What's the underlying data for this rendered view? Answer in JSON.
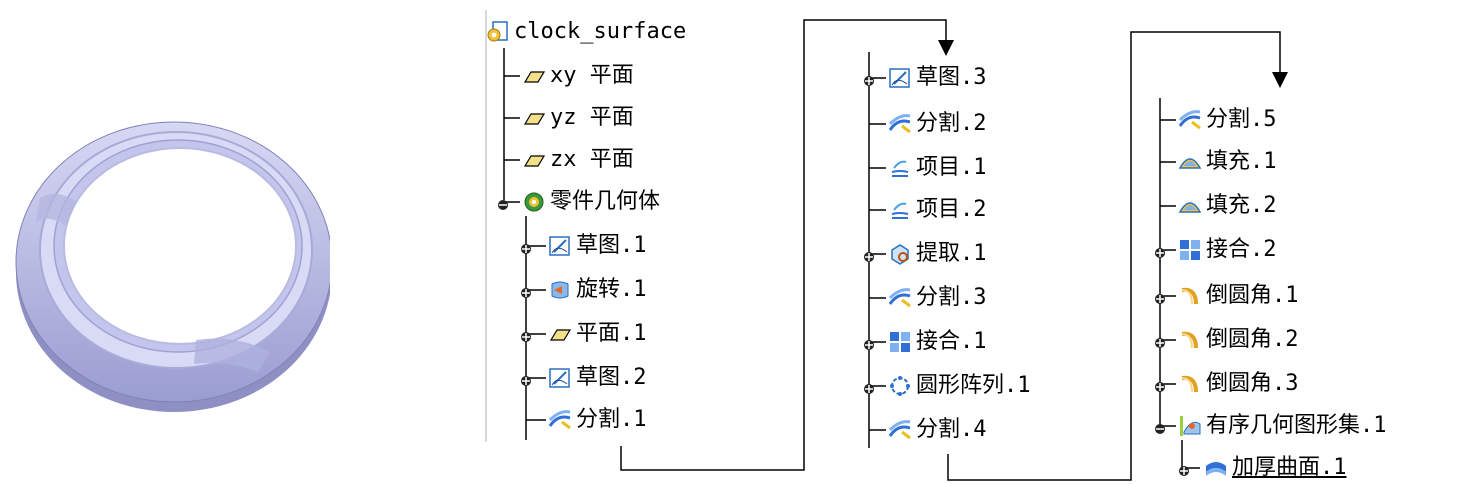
{
  "tree": {
    "root_label": "clock_surface",
    "col1": [
      {
        "label": "xy 平面",
        "icon": "plane-icon"
      },
      {
        "label": "yz 平面",
        "icon": "plane-icon"
      },
      {
        "label": "zx 平面",
        "icon": "plane-icon"
      },
      {
        "label": "零件几何体",
        "icon": "part-body-gear-icon"
      },
      {
        "label": "草图.1",
        "icon": "sketch-icon"
      },
      {
        "label": "旋转.1",
        "icon": "revolve-icon"
      },
      {
        "label": "平面.1",
        "icon": "plane-icon"
      },
      {
        "label": "草图.2",
        "icon": "sketch-icon"
      },
      {
        "label": "分割.1",
        "icon": "split-icon"
      }
    ],
    "col2": [
      {
        "label": "草图.3",
        "icon": "sketch-icon"
      },
      {
        "label": "分割.2",
        "icon": "split-icon"
      },
      {
        "label": "项目.1",
        "icon": "projection-icon"
      },
      {
        "label": "项目.2",
        "icon": "projection-icon"
      },
      {
        "label": "提取.1",
        "icon": "extract-icon"
      },
      {
        "label": "分割.3",
        "icon": "split-icon"
      },
      {
        "label": "接合.1",
        "icon": "join-icon"
      },
      {
        "label": "圆形阵列.1",
        "icon": "circular-pattern-icon"
      },
      {
        "label": "分割.4",
        "icon": "split-icon"
      }
    ],
    "col3": [
      {
        "label": "分割.5",
        "icon": "split-icon"
      },
      {
        "label": "填充.1",
        "icon": "fill-icon"
      },
      {
        "label": "填充.2",
        "icon": "fill-icon"
      },
      {
        "label": "接合.2",
        "icon": "join-icon"
      },
      {
        "label": "倒圆角.1",
        "icon": "fillet-icon"
      },
      {
        "label": "倒圆角.2",
        "icon": "fillet-icon"
      },
      {
        "label": "倒圆角.3",
        "icon": "fillet-icon"
      },
      {
        "label": "有序几何图形集.1",
        "icon": "ordered-geometrical-set-icon"
      },
      {
        "label": "加厚曲面.1",
        "icon": "thick-surface-icon"
      }
    ]
  },
  "colors": {
    "ring": "#c9cbef",
    "ring_dark": "#8f92c8",
    "tree_line": "#000000",
    "plane_fill": "#f5e08a",
    "sketch_blue": "#2a6fc0",
    "join_blue": "#2f6fd6"
  }
}
